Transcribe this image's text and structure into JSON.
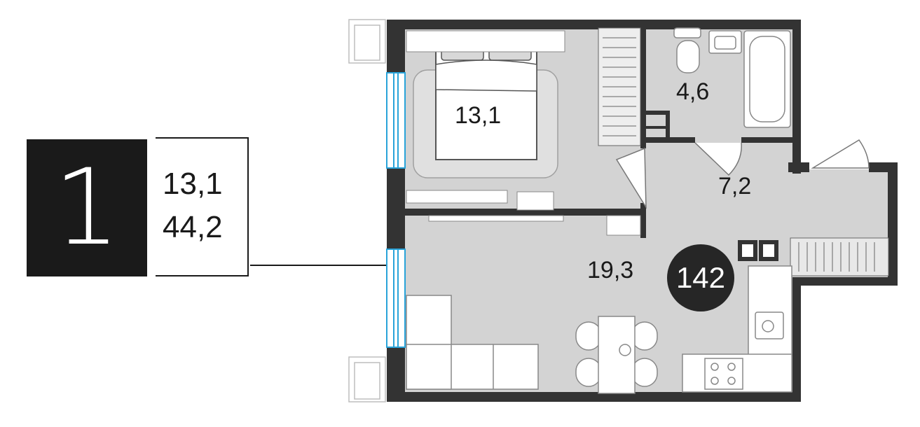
{
  "summary": {
    "room_count": "1",
    "living_area": "13,1",
    "total_area": "44,2"
  },
  "unit": {
    "number": "142"
  },
  "rooms": {
    "bedroom": "13,1",
    "bathroom": "4,6",
    "hallway": "7,2",
    "living_kitchen": "19,3"
  },
  "colors": {
    "wall": "#333333",
    "floor": "#d3d3d3",
    "window": "#29a3d9",
    "badge": "#1a1a1a"
  }
}
